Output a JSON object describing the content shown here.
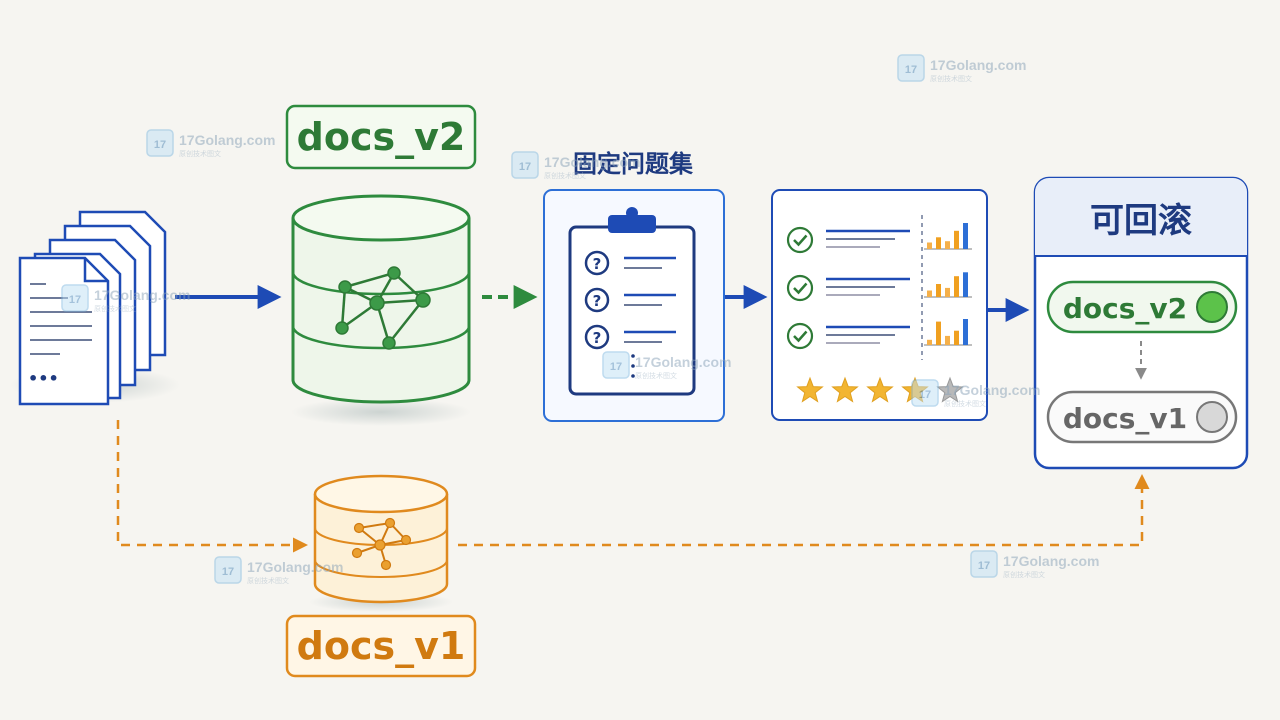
{
  "labels": {
    "new_version": "docs_v2",
    "old_version": "docs_v1",
    "eval_set_title": "固定问题集",
    "rollback_title": "可回滚",
    "rollback_current": "docs_v2",
    "rollback_previous": "docs_v1",
    "doc_ellipsis": "•••"
  },
  "eval_questions": [
    "?",
    "?",
    "?"
  ],
  "result_rows": [
    {
      "status": "pass",
      "bars": [
        0.25,
        0.45,
        0.3,
        0.7,
        1.0
      ]
    },
    {
      "status": "pass",
      "bars": [
        0.25,
        0.5,
        0.35,
        0.8,
        0.95
      ]
    },
    {
      "status": "pass",
      "bars": [
        0.2,
        0.9,
        0.35,
        0.55,
        1.0
      ]
    }
  ],
  "rating": {
    "value": 4,
    "max": 5
  },
  "watermark": {
    "text": "17Golang.com",
    "subtext": "原创技术图文",
    "icon": "17-logo-icon"
  },
  "colors": {
    "primary_blue": "#1e4bb5",
    "green": "#2e8b3e",
    "green_fill": "#eef6ea",
    "orange": "#e08a1e",
    "orange_fill": "#fdf1d8",
    "gray": "#8a8a8a",
    "star": "#f2b531",
    "bar_orange": "#f0a020",
    "bar_blue": "#2d6fd6",
    "active_dot": "#5cc24a"
  }
}
